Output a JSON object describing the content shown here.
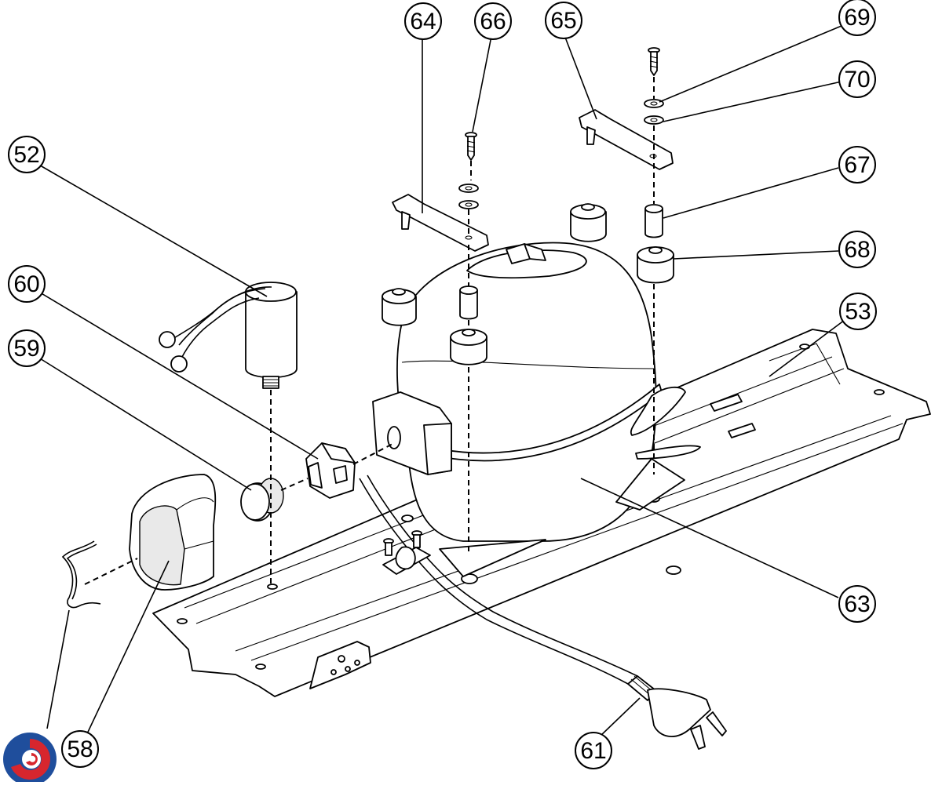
{
  "callouts": {
    "c52": "52",
    "c53": "53",
    "c58": "58",
    "c59": "59",
    "c60": "60",
    "c61": "61",
    "c63": "63",
    "c64": "64",
    "c65": "65",
    "c66": "66",
    "c67": "67",
    "c68": "68",
    "c69": "69",
    "c70": "70"
  },
  "parts": {
    "c52": "capacitor",
    "c53": "base-plate",
    "c58": "terminal-cover",
    "c59": "overload-cap",
    "c60": "relay",
    "c61": "power-cord",
    "c63": "compressor",
    "c64": "mounting-clip-left",
    "c65": "mounting-clip-right",
    "c66": "screw",
    "c67": "spacer-sleeve",
    "c68": "rubber-grommet",
    "c69": "washer",
    "c70": "washer"
  },
  "logo": {
    "icon": "brand-swirl-icon",
    "colors": [
      "#1f4e9c",
      "#d7262e"
    ]
  }
}
